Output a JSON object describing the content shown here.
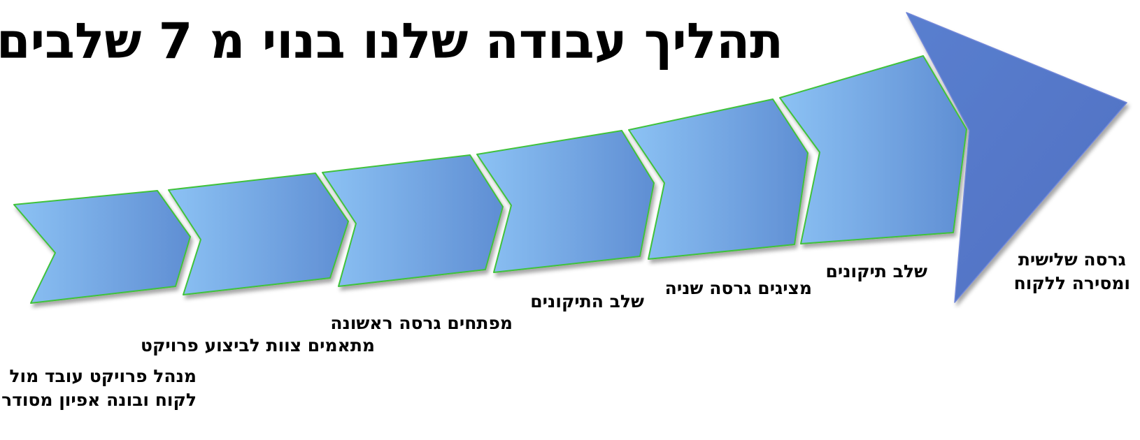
{
  "title": "תהליך עבודה שלנו בנוי מ 7 שלבים",
  "steps": [
    {
      "lines": [
        "מנהל פרויקט עובד מול",
        "לקוח ובונה אפיון מסודר"
      ]
    },
    {
      "lines": [
        "מתאמים צוות לביצוע פרויקט"
      ]
    },
    {
      "lines": [
        "מפתחים גרסה ראשונה"
      ]
    },
    {
      "lines": [
        "שלב התיקונים"
      ]
    },
    {
      "lines": [
        "מציגים גרסה שניה"
      ]
    },
    {
      "lines": [
        "שלב תיקונים"
      ]
    },
    {
      "lines": [
        "גרסה שלישית",
        "ומסירה ללקוח"
      ]
    }
  ],
  "colors": {
    "chevron_start": "#8cc2f4",
    "chevron_end": "#5f8ed3",
    "arrowhead": "#5478c8",
    "outline": "#3fc23a",
    "text": "#000000"
  }
}
